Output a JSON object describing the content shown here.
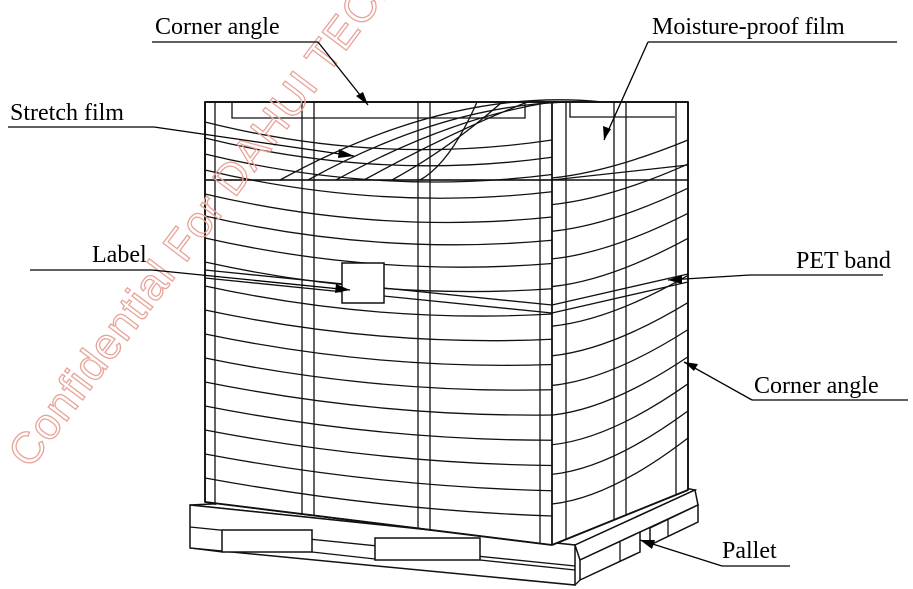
{
  "labels": {
    "corner_angle_top": "Corner angle",
    "moisture_proof_film": "Moisture-proof film",
    "stretch_film": "Stretch film",
    "label": "Label",
    "pet_band": "PET band",
    "corner_angle_right": "Corner angle",
    "pallet": "Pallet"
  },
  "watermark": "Confidential For DAHUI TECH",
  "colors": {
    "line": "#111111",
    "watermark": "#e8a49a",
    "background": "#ffffff"
  }
}
